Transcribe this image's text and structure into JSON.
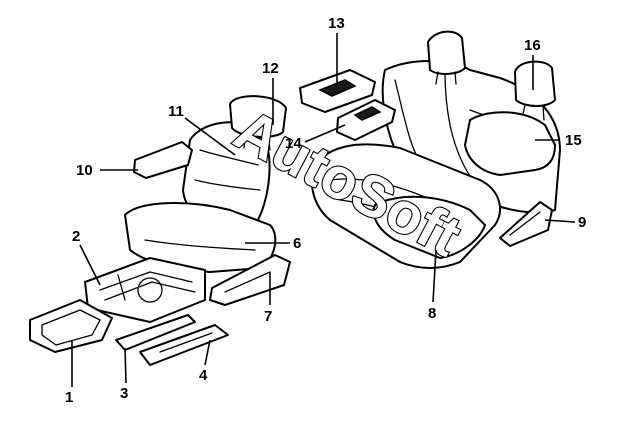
{
  "watermark": "AutoSoft",
  "callouts": [
    {
      "id": "1",
      "label": "1"
    },
    {
      "id": "2",
      "label": "2"
    },
    {
      "id": "3",
      "label": "3"
    },
    {
      "id": "4",
      "label": "4"
    },
    {
      "id": "5",
      "label": "15"
    },
    {
      "id": "6",
      "label": "6"
    },
    {
      "id": "7",
      "label": "7"
    },
    {
      "id": "8",
      "label": "8"
    },
    {
      "id": "9",
      "label": "9"
    },
    {
      "id": "10",
      "label": "10"
    },
    {
      "id": "11",
      "label": "11"
    },
    {
      "id": "12",
      "label": "12"
    },
    {
      "id": "13",
      "label": "13"
    },
    {
      "id": "14",
      "label": "14"
    },
    {
      "id": "16",
      "label": "16"
    }
  ]
}
